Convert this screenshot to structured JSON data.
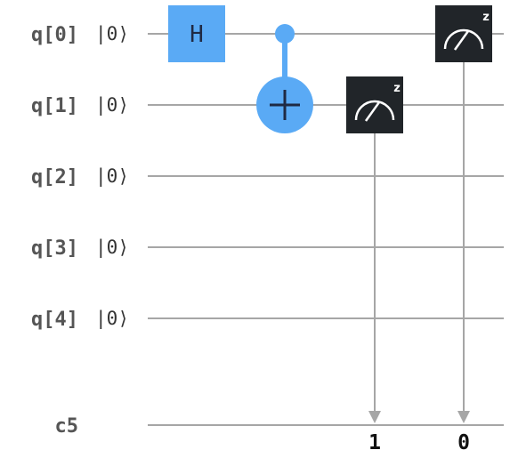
{
  "qubits": [
    {
      "label": "q[0]",
      "init": "|0⟩"
    },
    {
      "label": "q[1]",
      "init": "|0⟩"
    },
    {
      "label": "q[2]",
      "init": "|0⟩"
    },
    {
      "label": "q[3]",
      "init": "|0⟩"
    },
    {
      "label": "q[4]",
      "init": "|0⟩"
    }
  ],
  "classical_register": {
    "label": "c5"
  },
  "gates": [
    {
      "type": "H",
      "label": "H",
      "qubit": 0,
      "step": 0
    },
    {
      "type": "CNOT",
      "control": 0,
      "target": 1,
      "step": 1
    }
  ],
  "measurements": [
    {
      "qubit": 1,
      "bit_label": "1",
      "basis": "z",
      "step": 2
    },
    {
      "qubit": 0,
      "bit_label": "0",
      "basis": "z",
      "step": 3
    }
  ],
  "colors": {
    "wire": "#a6a6a6",
    "gate_blue": "#5aaaf5",
    "measure_box": "#212529",
    "label_gray": "#555555"
  }
}
